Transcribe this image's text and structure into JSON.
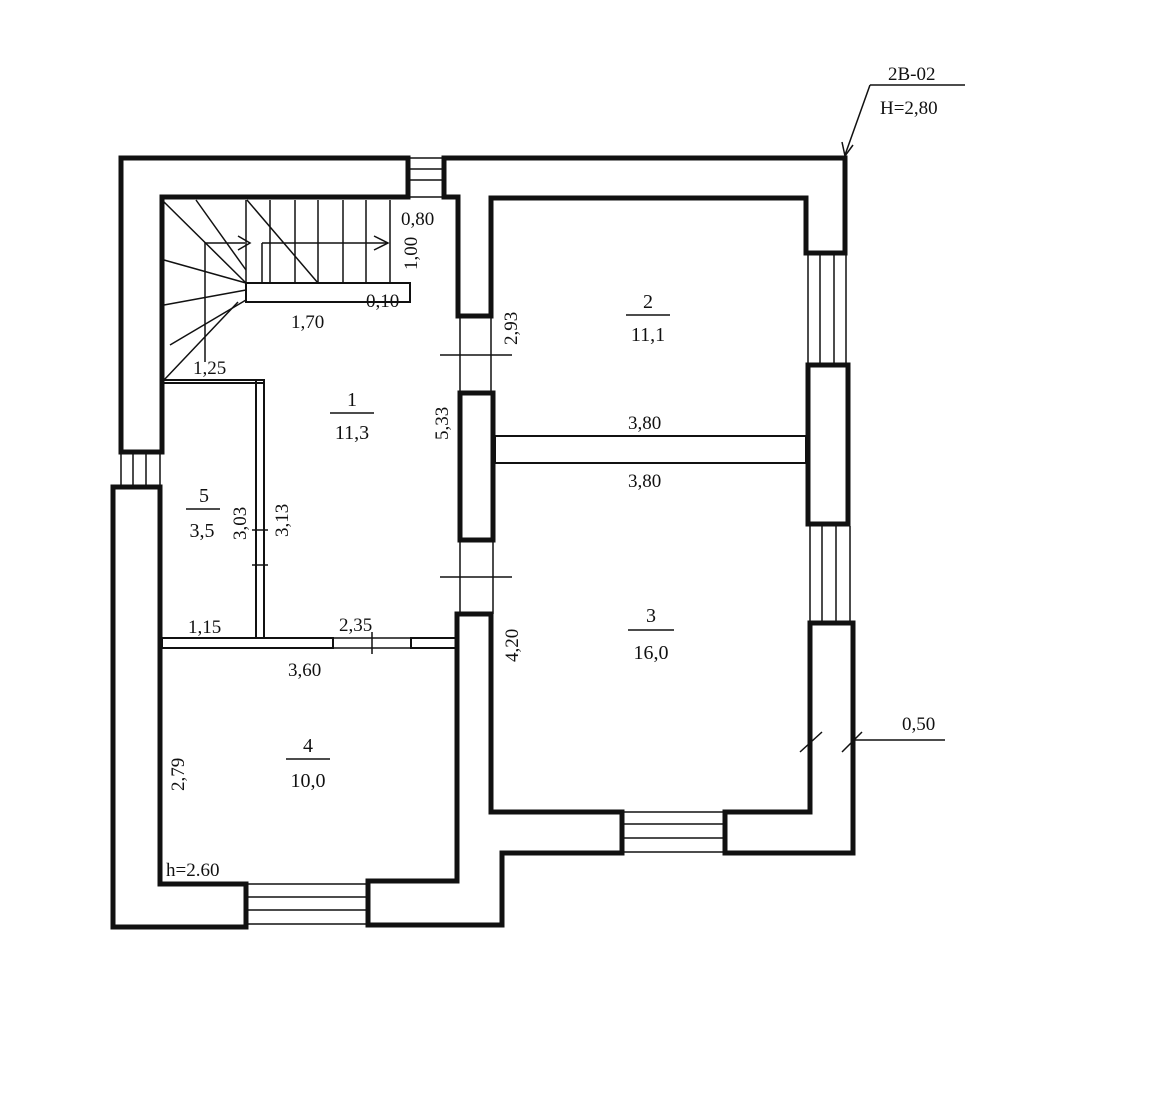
{
  "stamp": {
    "code": "2В-02",
    "height": "H=2,80"
  },
  "rooms": [
    {
      "number": "1",
      "area": "11,3"
    },
    {
      "number": "2",
      "area": "11,1"
    },
    {
      "number": "3",
      "area": "16,0"
    },
    {
      "number": "4",
      "area": "10,0"
    },
    {
      "number": "5",
      "area": "3,5"
    }
  ],
  "dims": {
    "d080": "0,80",
    "d100": "1,00",
    "d010": "0,10",
    "d170": "1,70",
    "d125": "1,25",
    "d293": "2,93",
    "d533": "5,33",
    "d380_top": "3,80",
    "d380_bottom": "3,80",
    "d303": "3,03",
    "d313": "3,13",
    "d115": "1,15",
    "d235": "2,35",
    "d360": "3,60",
    "d420": "4,20",
    "d279": "2,79",
    "h260": "h=2.60",
    "d050": "0,50"
  }
}
